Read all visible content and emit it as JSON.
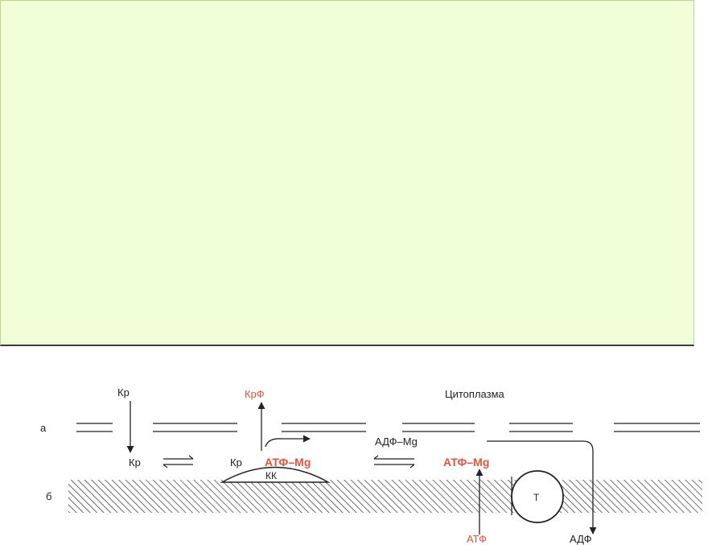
{
  "panel": {
    "background": "#f1ffd9"
  },
  "diagram": {
    "labels": {
      "a": "а",
      "b": "б",
      "cytoplasm": "Цитоплазма",
      "kr_top": "Кр",
      "kr_mid": "Кр",
      "kr_bound": "Кр",
      "krf": "КрФ",
      "atf_mg_left": "АТФ–Mg",
      "atf_mg_right": "АТФ–Mg",
      "adf_mg": "АДФ–Mg",
      "kk": "КК",
      "t": "Т",
      "atf_bottom": "АТФ",
      "adf_bottom": "АДФ"
    },
    "colors": {
      "highlight": "#e8523a",
      "text": "#222222",
      "hatch": "#333333"
    }
  }
}
